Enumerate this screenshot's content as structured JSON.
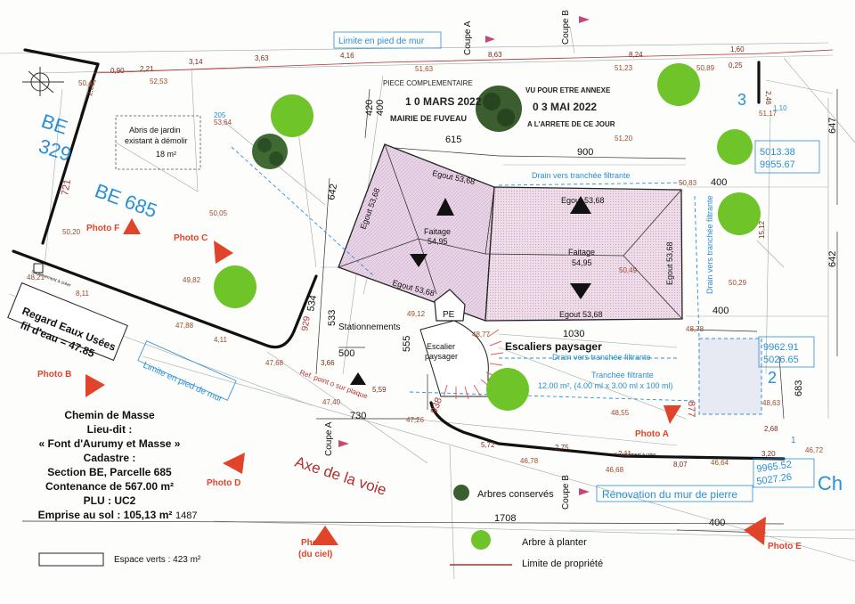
{
  "stamp": {
    "complement": "PIECE COMPLEMENTAIRE",
    "date1": "1 0 MARS 2022",
    "mairie": "MAIRIE DE FUVEAU",
    "annex": "VU POUR ETRE ANNEXE",
    "date2": "0 3 MAI 2022",
    "arrete": "A L'ARRETE DE CE JOUR"
  },
  "parcels": {
    "be329_a": "BE",
    "be329_b": "329",
    "be685": "BE 685",
    "num2": "2",
    "num3": "3"
  },
  "labels": {
    "limite_top": "Limite en pied de mur",
    "limite_left": "Limite en pied de mur",
    "abris_1": "Abris de jardin",
    "abris_2": "existant à démolir",
    "abris_3": "18 m²",
    "regard_1": "Regard Eaux Usées",
    "regard_2": "fil d'eau = 47.85",
    "stationnements": "Stationnements",
    "escalier_1": "Escalier",
    "escalier_2": "paysager",
    "escaliers_paysager": "Escaliers paysager",
    "pe": "PE",
    "drain_top": "Drain vers tranchée filtrante",
    "drain_mid": "Drain vers tranchée filtrante",
    "drain_right": "Drain vers tranchée filtrante",
    "tranchee_1": "Tranchée filtrante",
    "tranchee_2": "12.00 m², (4.00 ml x 3.00 ml x 100 ml)",
    "axe_voie": "Axe de la voie",
    "renovation": "Rénovation du mur de pierre",
    "soutenement_1": "Soutènement à créer",
    "soutenement_2": "Soutènement à créer",
    "ref_point": "Ref. point o sur plaque",
    "egout_1": "Egout 53,68",
    "egout_2": "Egout 53,68",
    "egout_3": "Egout 53,68",
    "egout_4": "Egout 53,68",
    "egout_5": "Egout 53,68",
    "egout_6": "Egout 53,68",
    "faitage_1": "Faitage",
    "faitage_1v": "54,95",
    "faitage_2": "Faitage",
    "faitage_2v": "54,95",
    "coupe_a_top": "Coupe A",
    "coupe_a_bottom": "Coupe A",
    "coupe_b_top": "Coupe B",
    "coupe_b_bottom": "Coupe B",
    "photo_a": "Photo A",
    "photo_b": "Photo B",
    "photo_c": "Photo C",
    "photo_d": "Photo D",
    "photo_e": "Photo E",
    "photo_f": "Photo F",
    "photo_g1": "Photo G",
    "photo_g2": "(du ciel)",
    "ch": "Ch",
    "coord_1a": "5013.38",
    "coord_1b": "9955.67",
    "coord_2a": "9962.91",
    "coord_2b": "5026.65",
    "coord_3a": "9965.52",
    "coord_3b": "5027.26"
  },
  "info": {
    "l1": "Chemin de Masse",
    "l2": "Lieu-dit :",
    "l3": "« Font d'Aurumy et Masse »",
    "l4": "Cadastre :",
    "l5": "Section BE, Parcelle 685",
    "l6": "Contenance de 567.00 m²",
    "l7": "PLU : UC2",
    "l8": "Emprise au sol  : 105,13 m²"
  },
  "legend": {
    "espace_verts": "Espace verts : 423 m²",
    "arbres_conserves": "Arbres conservés",
    "arbre_planter": "Arbre à planter",
    "limite_propriete": "Limite de propriété"
  },
  "dims": {
    "d420": "420",
    "d400a": "400",
    "d615": "615",
    "d900": "900",
    "d400b": "400",
    "d642a": "642",
    "d642b": "642",
    "d647": "647",
    "d534": "534",
    "d929": "929",
    "d533": "533",
    "d555": "555",
    "d500": "500",
    "d730": "730",
    "d1030": "1030",
    "d400c": "400",
    "d683": "683",
    "d938": "938",
    "d877": "877",
    "d1708": "1708",
    "d1487": "1487",
    "d400d": "400",
    "d721": "721",
    "d246": "2,46",
    "d110": "1,10",
    "d160": "1,60",
    "d025": "0,25",
    "d090": "0,90",
    "d221": "2,21",
    "d314": "3,14",
    "d363": "3,63",
    "d416": "4,16",
    "d863": "8,63",
    "d824": "8,24",
    "d228": "2,28",
    "d366": "3,66",
    "d559": "5,59",
    "d572": "5,72",
    "d275": "2,75",
    "d211": "2,11",
    "d807": "8,07",
    "d320": "3,20",
    "d268": "2,68",
    "d1512": "15,12",
    "d205": "205",
    "d1": "1"
  },
  "levels": {
    "l5047": "50,47",
    "l5253": "52,53",
    "l5163": "51,63",
    "l5123": "51,23",
    "l5089": "50,89",
    "l5117": "51,17",
    "l5364": "53,64",
    "l5120": "51,20",
    "l5083": "50,83",
    "l5005": "50,05",
    "l5020": "50,20",
    "l4821": "48,21",
    "l4982": "49,82",
    "l4788": "47,88",
    "l4912": "49,12",
    "l4877": "48,77",
    "l5049": "50,49",
    "l5029": "50,29",
    "l4878": "48,78",
    "l4863": "48,63",
    "l4855": "48,55",
    "l4768": "47,68",
    "l4740": "47,40",
    "l4726": "47,26",
    "l4678": "46,78",
    "l4668": "46,68",
    "l4664": "46,64",
    "l4672": "46,72",
    "l811": "8,11",
    "l411": "4,11"
  },
  "colors": {
    "roof_fill": "#e8d3e6",
    "boundary": "#111111",
    "blue": "#2b8fd6",
    "red_arrow": "#e0442a",
    "tree": "#6fc42a",
    "property_line": "#b03030"
  }
}
